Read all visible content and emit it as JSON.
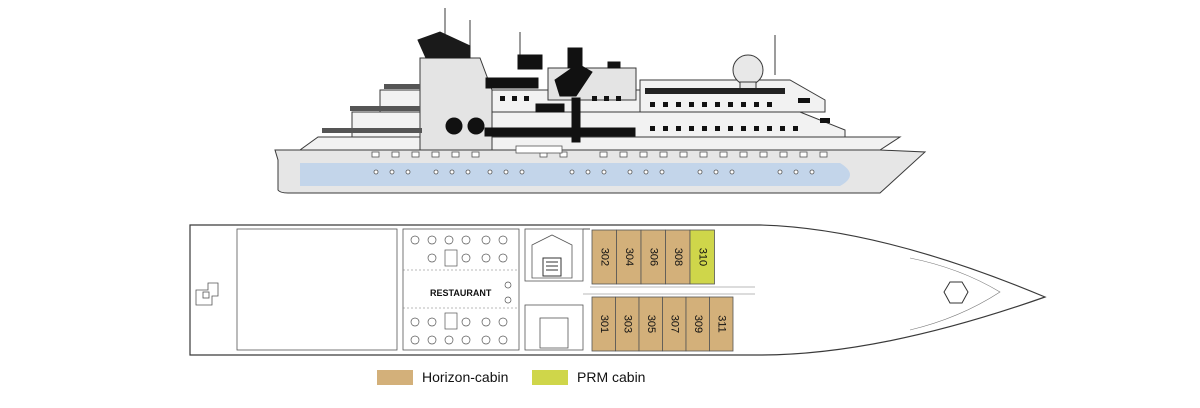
{
  "colors": {
    "horizon": "#d3b07a",
    "prm": "#cfd64a",
    "hull_stripe": "#b8cde4",
    "ship_fill": "#ececec",
    "outline": "#3a3a3a"
  },
  "deck": {
    "restaurant_label": "RESTAURANT",
    "cabins_top": [
      {
        "number": "302",
        "type": "horizon"
      },
      {
        "number": "304",
        "type": "horizon"
      },
      {
        "number": "306",
        "type": "horizon"
      },
      {
        "number": "308",
        "type": "horizon"
      },
      {
        "number": "310",
        "type": "prm"
      }
    ],
    "cabins_bottom": [
      {
        "number": "301",
        "type": "horizon"
      },
      {
        "number": "303",
        "type": "horizon"
      },
      {
        "number": "305",
        "type": "horizon"
      },
      {
        "number": "307",
        "type": "horizon"
      },
      {
        "number": "309",
        "type": "horizon"
      },
      {
        "number": "311",
        "type": "horizon"
      }
    ]
  },
  "legend": {
    "horizon_label": "Horizon-cabin",
    "prm_label": "PRM cabin"
  }
}
